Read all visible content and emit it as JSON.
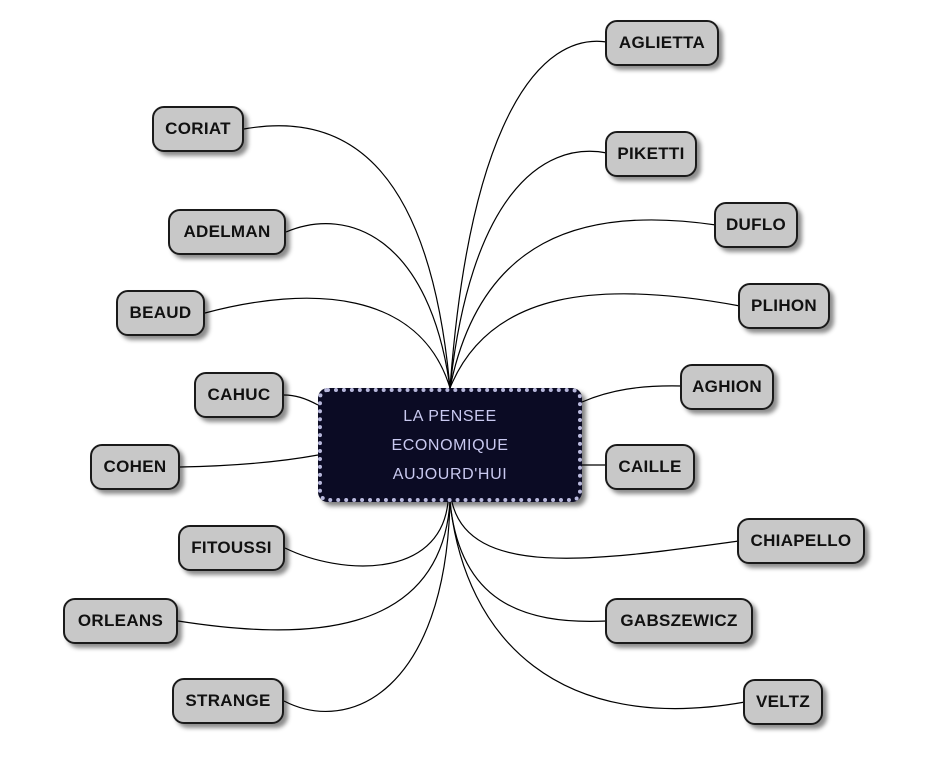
{
  "center_topic": {
    "line1": "LA PENSEE",
    "line2": "ECONOMIQUE",
    "line3": "AUJOURD'HUI"
  },
  "nodes": {
    "aglietta": "AGLIETTA",
    "piketti": "PIKETTI",
    "duflo": "DUFLO",
    "plihon": "PLIHON",
    "aghion": "AGHION",
    "caille": "CAILLE",
    "chiapello": "CHIAPELLO",
    "gabszewicz": "GABSZEWICZ",
    "veltz": "VELTZ",
    "coriat": "CORIAT",
    "adelman": "ADELMAN",
    "beaud": "BEAUD",
    "cahuc": "CAHUC",
    "cohen": "COHEN",
    "fitoussi": "FITOUSSI",
    "orleans": "ORLEANS",
    "strange": "STRANGE"
  },
  "colors": {
    "center_fill": "#0b0b24",
    "center_text": "#c9c9f0",
    "center_border": "#b9b9dd",
    "node_fill": "#c8c8c8",
    "connector": "#000000"
  }
}
